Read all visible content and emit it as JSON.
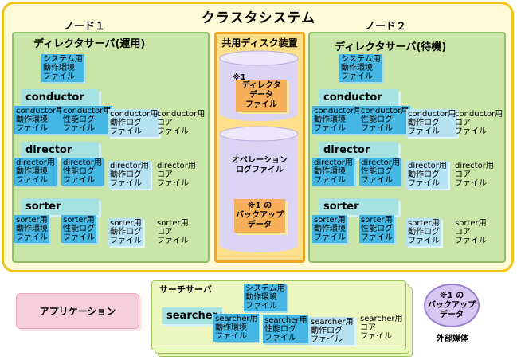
{
  "cluster": {
    "title": "クラスタシステム"
  },
  "node1": {
    "label": "ノード１",
    "director_title": "ディレクタサーバ(運用)"
  },
  "node2": {
    "label": "ノード２",
    "director_title": "ディレクタサーバ(待機)"
  },
  "system_file": [
    "システム用",
    "動作環境",
    "ファイル"
  ],
  "conductor": {
    "name": "conductor",
    "files": [
      [
        "conductor用",
        "動作環境",
        "ファイル"
      ],
      [
        "conductor用",
        "性能ログ",
        "ファイル"
      ],
      [
        "conductor用",
        "動作ログ",
        "ファイル"
      ],
      [
        "conductor用",
        "コア",
        "ファイル"
      ]
    ]
  },
  "director": {
    "name": "director",
    "files": [
      [
        "director用",
        "動作環境",
        "ファイル"
      ],
      [
        "director用",
        "性能ログ",
        "ファイル"
      ],
      [
        "director用",
        "動作ログ",
        "ファイル"
      ],
      [
        "director用",
        "コア",
        "ファイル"
      ]
    ]
  },
  "sorter": {
    "name": "sorter",
    "files": [
      [
        "sorter用",
        "動作環境",
        "ファイル"
      ],
      [
        "sorter用",
        "性能ログ",
        "ファイル"
      ],
      [
        "sorter用",
        "動作ログ",
        "ファイル"
      ],
      [
        "sorter用",
        "コア",
        "ファイル"
      ]
    ]
  },
  "shared_disk": {
    "title": "共用ディスク装置",
    "note_mark": "※1",
    "director_data": [
      "ディレクタ",
      "データ",
      "ファイル"
    ],
    "operation_log": [
      "オペレーション",
      "ログファイル"
    ],
    "backup_data": [
      "※1 の",
      "バックアップ",
      "データ"
    ]
  },
  "application": {
    "label": "アプリケーション"
  },
  "search_server": {
    "title": "サーチサーバ",
    "system_file": [
      "システム用",
      "動作環境",
      "ファイル"
    ],
    "searcher": {
      "name": "searcher",
      "files": [
        [
          "searcher用",
          "動作環境",
          "ファイル"
        ],
        [
          "searcher用",
          "性能ログ",
          "ファイル"
        ],
        [
          "searcher用",
          "動作ログ",
          "ファイル"
        ],
        [
          "searcher用",
          "コア",
          "ファイル"
        ]
      ]
    }
  },
  "external_media": {
    "circle": [
      "※1 の",
      "バックアップ",
      "データ"
    ],
    "label": "外部媒体"
  }
}
